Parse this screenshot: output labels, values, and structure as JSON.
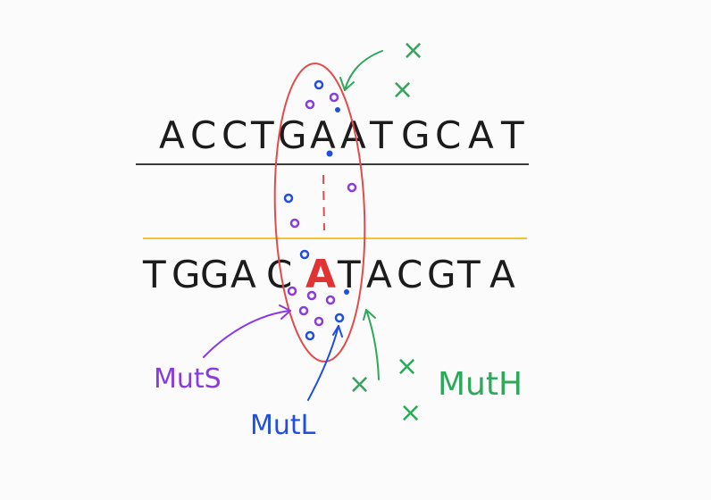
{
  "top_strand": {
    "letters": [
      "A",
      "C",
      "C",
      "T",
      "G",
      "A",
      "A",
      "T",
      "G",
      "C",
      "A",
      "T"
    ],
    "text": "ACCTGAATGCAT"
  },
  "bottom_strand": {
    "letters": [
      "T",
      "G",
      "G",
      "A",
      "C",
      "A",
      "T",
      "A",
      "C",
      "G",
      "T",
      "A"
    ],
    "text": "TGGACATACGTA",
    "mismatch_index": 5,
    "mismatch_letter": "A"
  },
  "labels": {
    "muts": "MutS",
    "mutl": "MutL",
    "muth": "MutH"
  },
  "colors": {
    "ink": "#1c1c1c",
    "top_line": "#3a3a3a",
    "bottom_line": "#f5c232",
    "ellipse": "#e34b4b",
    "mismatch": "#e03434",
    "muts": "#8a3be0",
    "mutl": "#1f4fe0",
    "muth": "#2ea85a"
  },
  "marks": {
    "x_mark": "×"
  }
}
